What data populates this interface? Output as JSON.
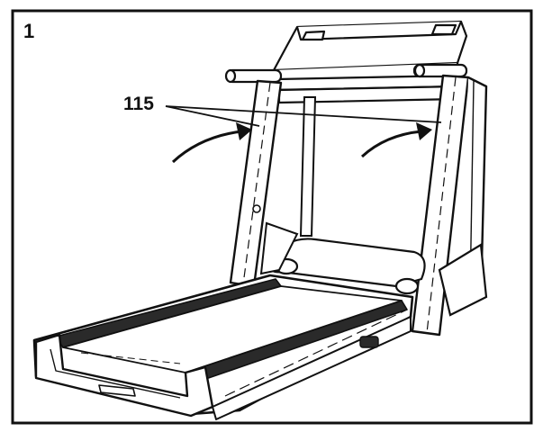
{
  "figure": {
    "step_number": "1",
    "callout_label": "115",
    "subject": "treadmill-assembly",
    "colors": {
      "ink": "#111111",
      "paper": "#ffffff",
      "shade": "#2a2a2a"
    }
  }
}
